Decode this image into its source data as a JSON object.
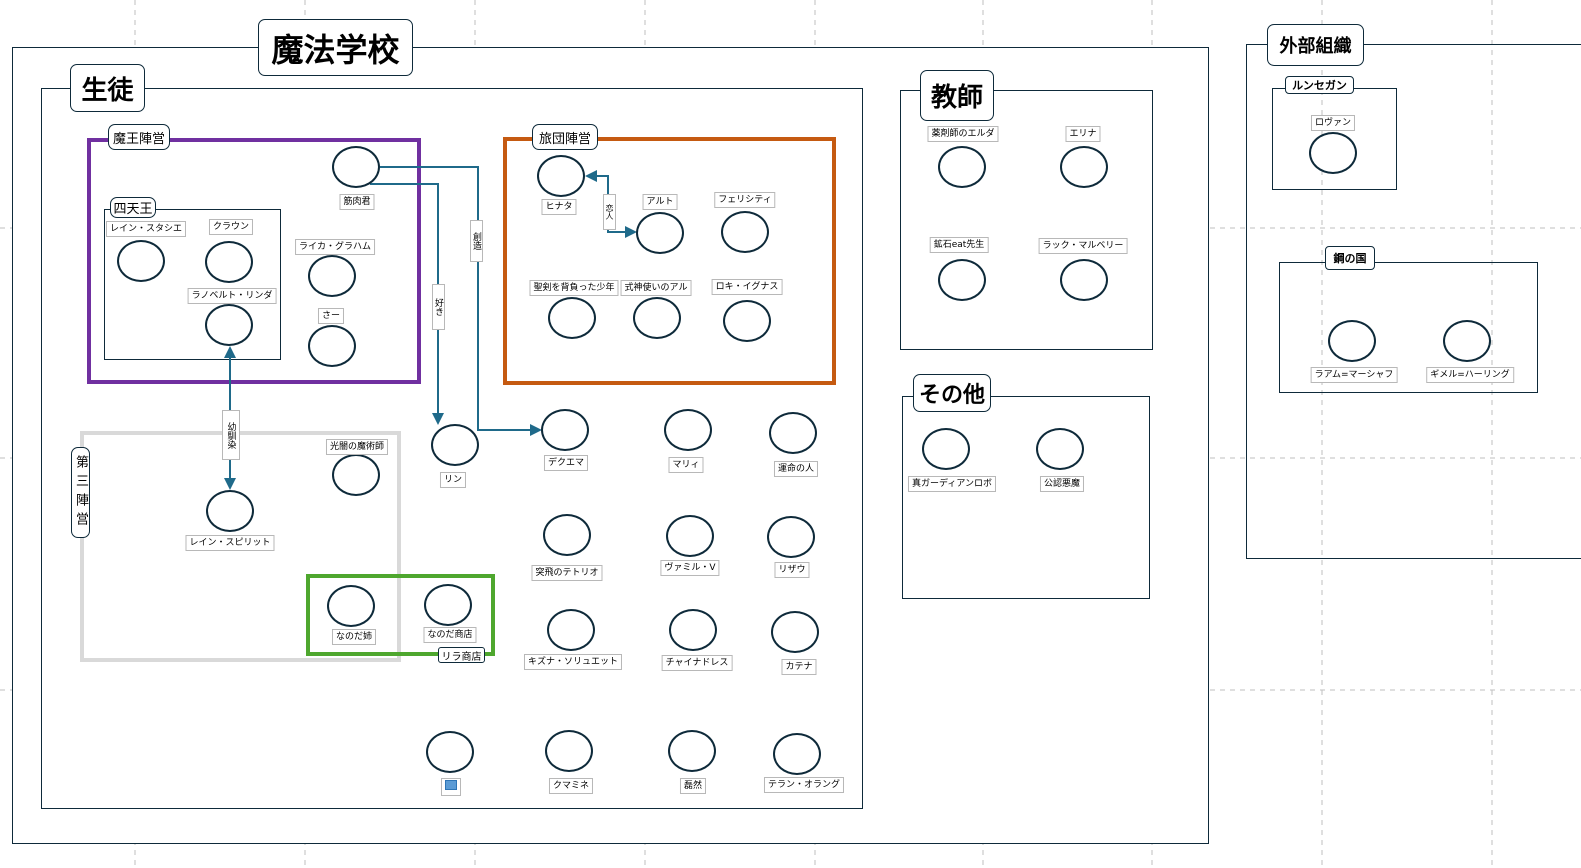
{
  "frames": {
    "school": "魔法学校",
    "students": "生徒",
    "maou": "魔王陣営",
    "shitenou": "四天王",
    "ryodan": "旅団陣営",
    "daisan": "第三陣営",
    "rira": "リラ商店",
    "teachers": "教師",
    "others": "その他",
    "external": "外部組織",
    "runsegan": "ルンセガン",
    "hagane": "鋼の国"
  },
  "nodes": [
    "筋肉君",
    "レイン・スタシエ",
    "クラウン",
    "ラノベルト・リンダ",
    "ライカ・グラハム",
    "さー",
    "ヒナタ",
    "アルト",
    "フェリシティ",
    "聖剣を背負った少年",
    "式神使いのアル",
    "ロキ・イグナス",
    "光闇の魔術師",
    "レイン・スピリット",
    "なのだ姉",
    "なのだ商店",
    "リン",
    "デクエマ",
    "マリィ",
    "運命の人",
    "突飛のテトリオ",
    "ヴァミル・V",
    "リザウ",
    "キズナ・ソリュエット",
    "チャイナドレス",
    "カテナ",
    "",
    "クマミネ",
    "磊然",
    "テラン・オラング",
    "薬剤師のエルダ",
    "エリナ",
    "鉱石eat先生",
    "ラック・マルベリー",
    "真ガーディアンロボ",
    "公認悪魔",
    "ロヴァン",
    "ラアム=マーシャフ",
    "ギメル=ハーリング"
  ],
  "edges": {
    "creation": "創造",
    "like": "好き",
    "childhood": "幼馴染",
    "lovers": "恋人"
  },
  "colors": {
    "maou": "#7030a0",
    "ryodan": "#c55a11",
    "daisan": "#d9d9d9",
    "rira": "#4ea72e",
    "edge": "#1f6a8a"
  }
}
